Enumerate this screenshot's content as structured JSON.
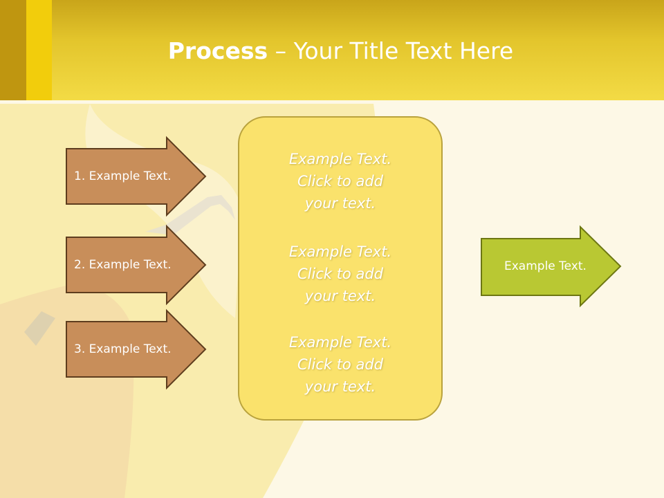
{
  "title": {
    "bold": "Process",
    "rest": " – Your Title Text Here"
  },
  "left_arrows": [
    {
      "label": "1. Example Text."
    },
    {
      "label": "2. Example Text."
    },
    {
      "label": "3. Example Text."
    }
  ],
  "center_box": {
    "blocks": [
      {
        "lines": [
          "Example Text.",
          "Click  to add",
          "your text."
        ]
      },
      {
        "lines": [
          "Example Text.",
          "Click  to add",
          "your text."
        ]
      },
      {
        "lines": [
          "Example Text.",
          "Click  to add",
          "your text."
        ]
      }
    ]
  },
  "right_arrow": {
    "label": "Example Text."
  },
  "colors": {
    "header": "#e3c52c",
    "left_arrow_fill": "#c88e5a",
    "left_arrow_stroke": "#5e3d1e",
    "center_box_fill": "#fae26c",
    "right_arrow_fill": "#b9c833",
    "right_arrow_stroke": "#6d7712"
  }
}
